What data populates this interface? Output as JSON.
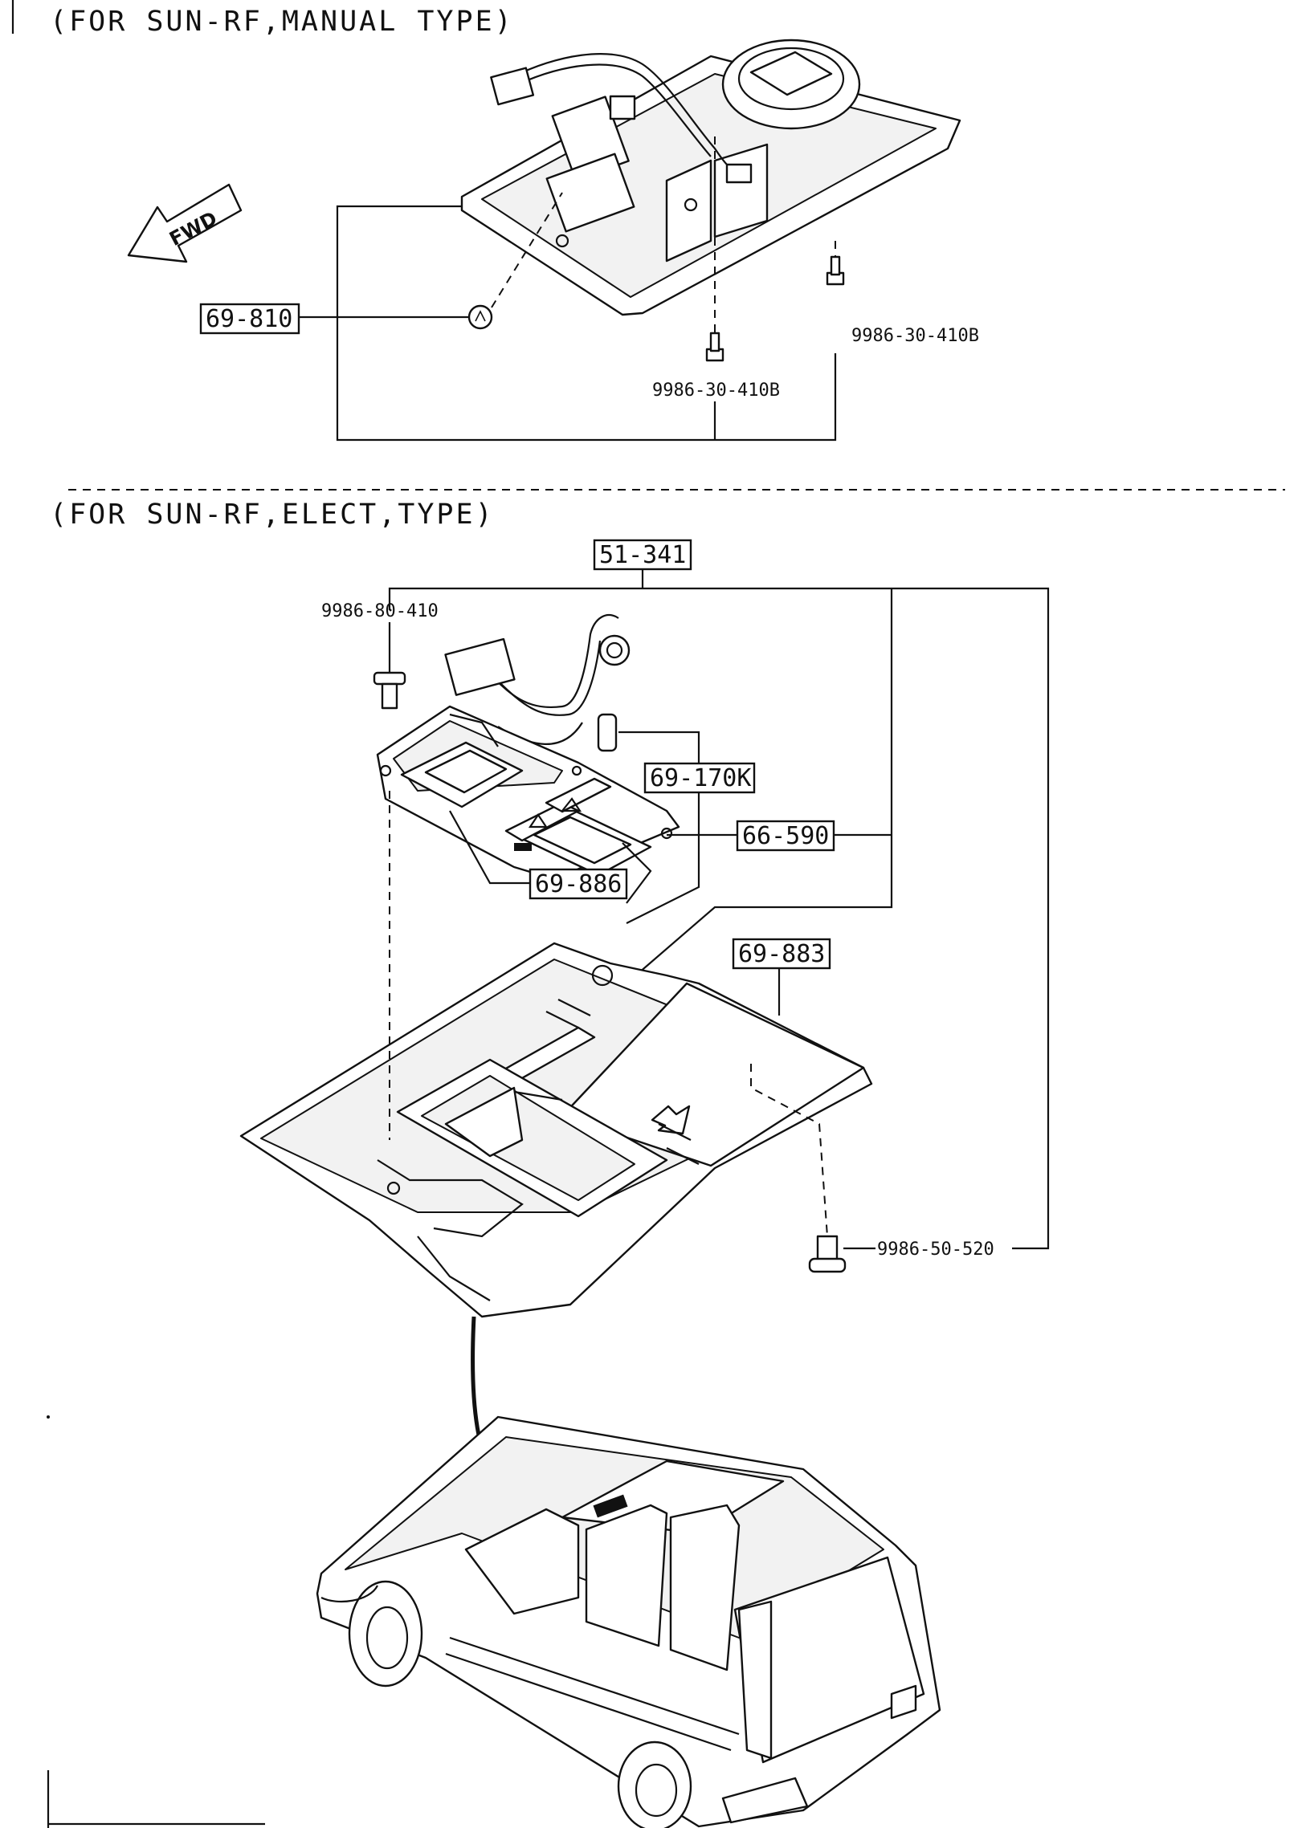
{
  "sections": {
    "manual": {
      "heading": "(FOR SUN-RF,MANUAL TYPE)"
    },
    "elect": {
      "heading": "(FOR SUN-RF,ELECT,TYPE)"
    }
  },
  "labels": {
    "fwd": "FWD",
    "bulb_manual": "69-810",
    "screw_right_manual": "9986-30-410B",
    "screw_center_manual": "9986-30-410B",
    "assembly_elect": "51-341",
    "screw_top_elect": "9986-80-410",
    "bulb_elect": "69-170K",
    "switch_elect": "66-590",
    "lens_elect": "69-886",
    "cover_elect": "69-883",
    "screw_bottom_elect": "9986-50-520"
  }
}
